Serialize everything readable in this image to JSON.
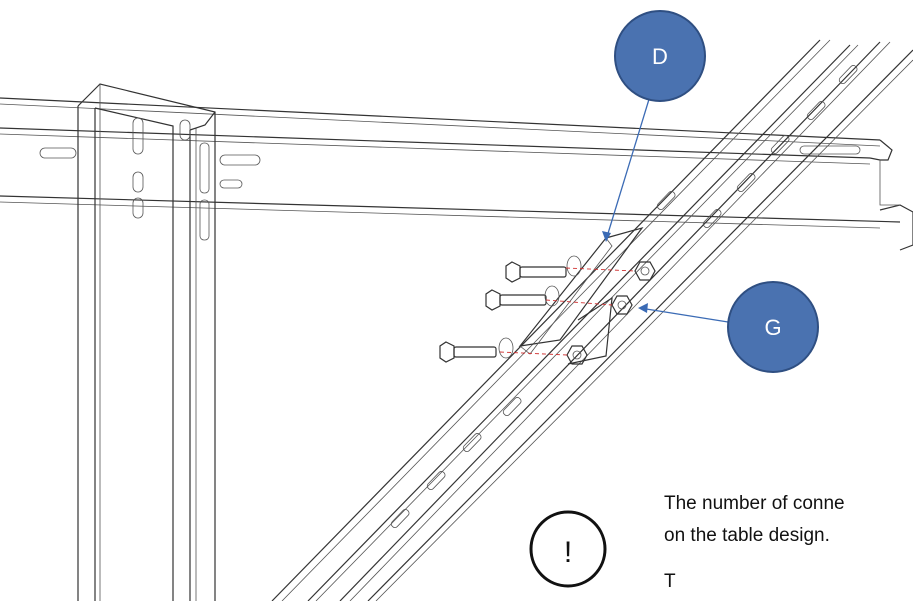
{
  "callouts": [
    {
      "id": "D",
      "label": "D"
    },
    {
      "id": "G",
      "label": "G"
    }
  ],
  "warning": {
    "symbol": "!"
  },
  "note": {
    "line1": "The number of conne",
    "line2": "on the table design.",
    "line3": "T"
  },
  "colors": {
    "callout_fill": "#4a72b0",
    "callout_stroke": "#2f4f82",
    "leader": "#3b6bb5",
    "bolt_link": "#d03030"
  }
}
